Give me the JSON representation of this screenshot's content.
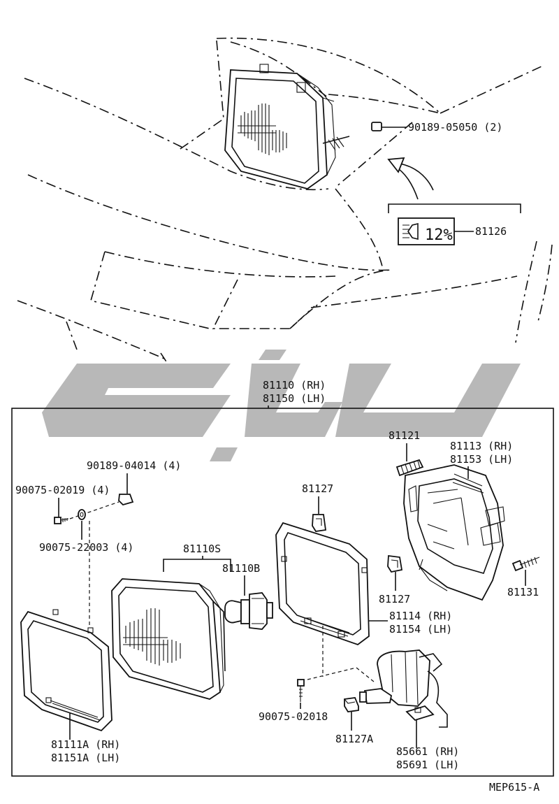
{
  "callouts": {
    "nut_screw_top": "90189-05050 (2)",
    "aim_label": "81126",
    "aim_percent": "12%",
    "assy_rh": "81110 (RH)",
    "assy_lh": "81150 (LH)",
    "nut": "90189-04014 (4)",
    "screw": "90075-02019 (4)",
    "washer": "90075-22003 (4)",
    "unit": "81110S",
    "bulb": "81110B",
    "clip_top": "81127",
    "clip_right": "81127",
    "spring": "81121",
    "housing_rh": "81113 (RH)",
    "housing_lh": "81153 (LH)",
    "bolt": "81131",
    "retainer_rh": "81114 (RH)",
    "retainer_lh": "81154 (LH)",
    "screw_bottom": "90075-02018",
    "clip_bottom": "81127A",
    "rim_rh": "81111A (RH)",
    "rim_lh": "81151A (LH)",
    "actuator_rh": "85661 (RH)",
    "actuator_lh": "85691 (LH)"
  },
  "figure_code": "MEP615-A",
  "colors": {
    "ink": "#111111",
    "watermark": "#b8b8b8",
    "background": "#ffffff"
  }
}
